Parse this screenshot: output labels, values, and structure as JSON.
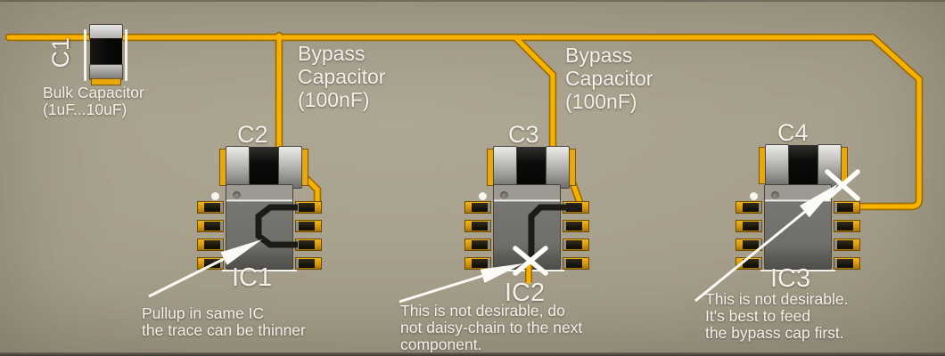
{
  "colors": {
    "board": "#a59e8a",
    "trace": "#f6b101",
    "trace_outline": "#9b6a00",
    "pad": "#e9a70c",
    "silkscreen": "#f2f0e9",
    "ic_body": "#706e68",
    "annotation_white": "#f2f0e9"
  },
  "components": {
    "c1": {
      "ref": "C1",
      "note_line1": "Bulk Capacitor",
      "note_line2": "(1uF...10uF)"
    },
    "c2": {
      "ref": "C2"
    },
    "c3": {
      "ref": "C3"
    },
    "c4": {
      "ref": "C4"
    },
    "ic1": {
      "ref": "IC1"
    },
    "ic2": {
      "ref": "IC2"
    },
    "ic3": {
      "ref": "IC3"
    }
  },
  "bypass_label_1": {
    "line1": "Bypass",
    "line2": "Capacitor",
    "line3": "(100nF)"
  },
  "bypass_label_2": {
    "line1": "Bypass",
    "line2": "Capacitor",
    "line3": "(100nF)"
  },
  "notes": {
    "ic1": {
      "line1": "Pullup in same IC",
      "line2": "the trace can be thinner"
    },
    "ic2": {
      "line1": "This is not desirable, do",
      "line2": "not daisy-chain to the next",
      "line3": "component."
    },
    "ic3": {
      "line1": "This is not desirable.",
      "line2": "It's best to feed",
      "line3": "the bypass cap first."
    }
  }
}
